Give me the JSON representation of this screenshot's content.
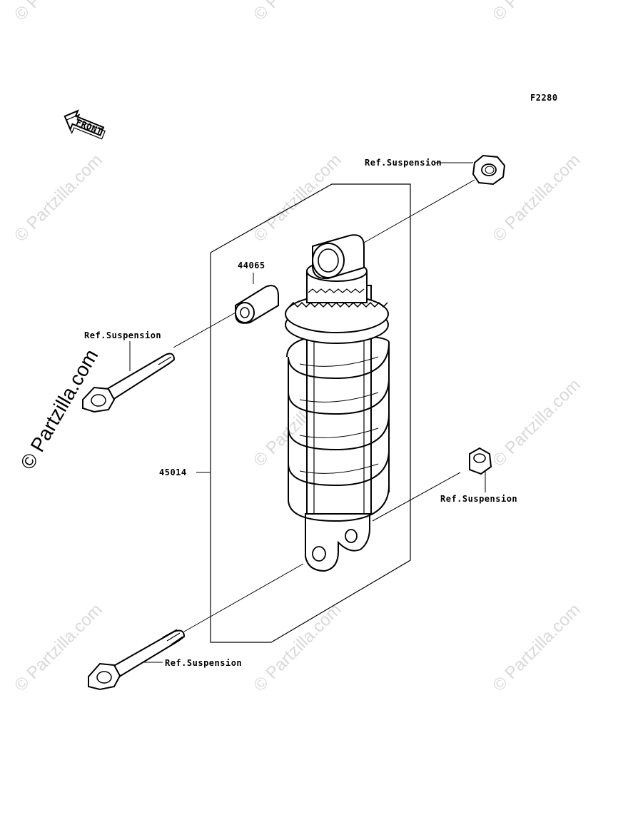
{
  "diagram": {
    "figure_code": "F2280",
    "front_label": "FRONT",
    "labels": {
      "ref_nut_top": "Ref.Suspension",
      "collar": "44065",
      "ref_bolt_top": "Ref.Suspension",
      "shock": "45014",
      "ref_nut_bottom": "Ref.Suspension",
      "ref_bolt_bottom": "Ref.Suspension"
    }
  },
  "watermark": {
    "text": "© Partzilla.com",
    "main_text": "© Partzilla.com"
  }
}
